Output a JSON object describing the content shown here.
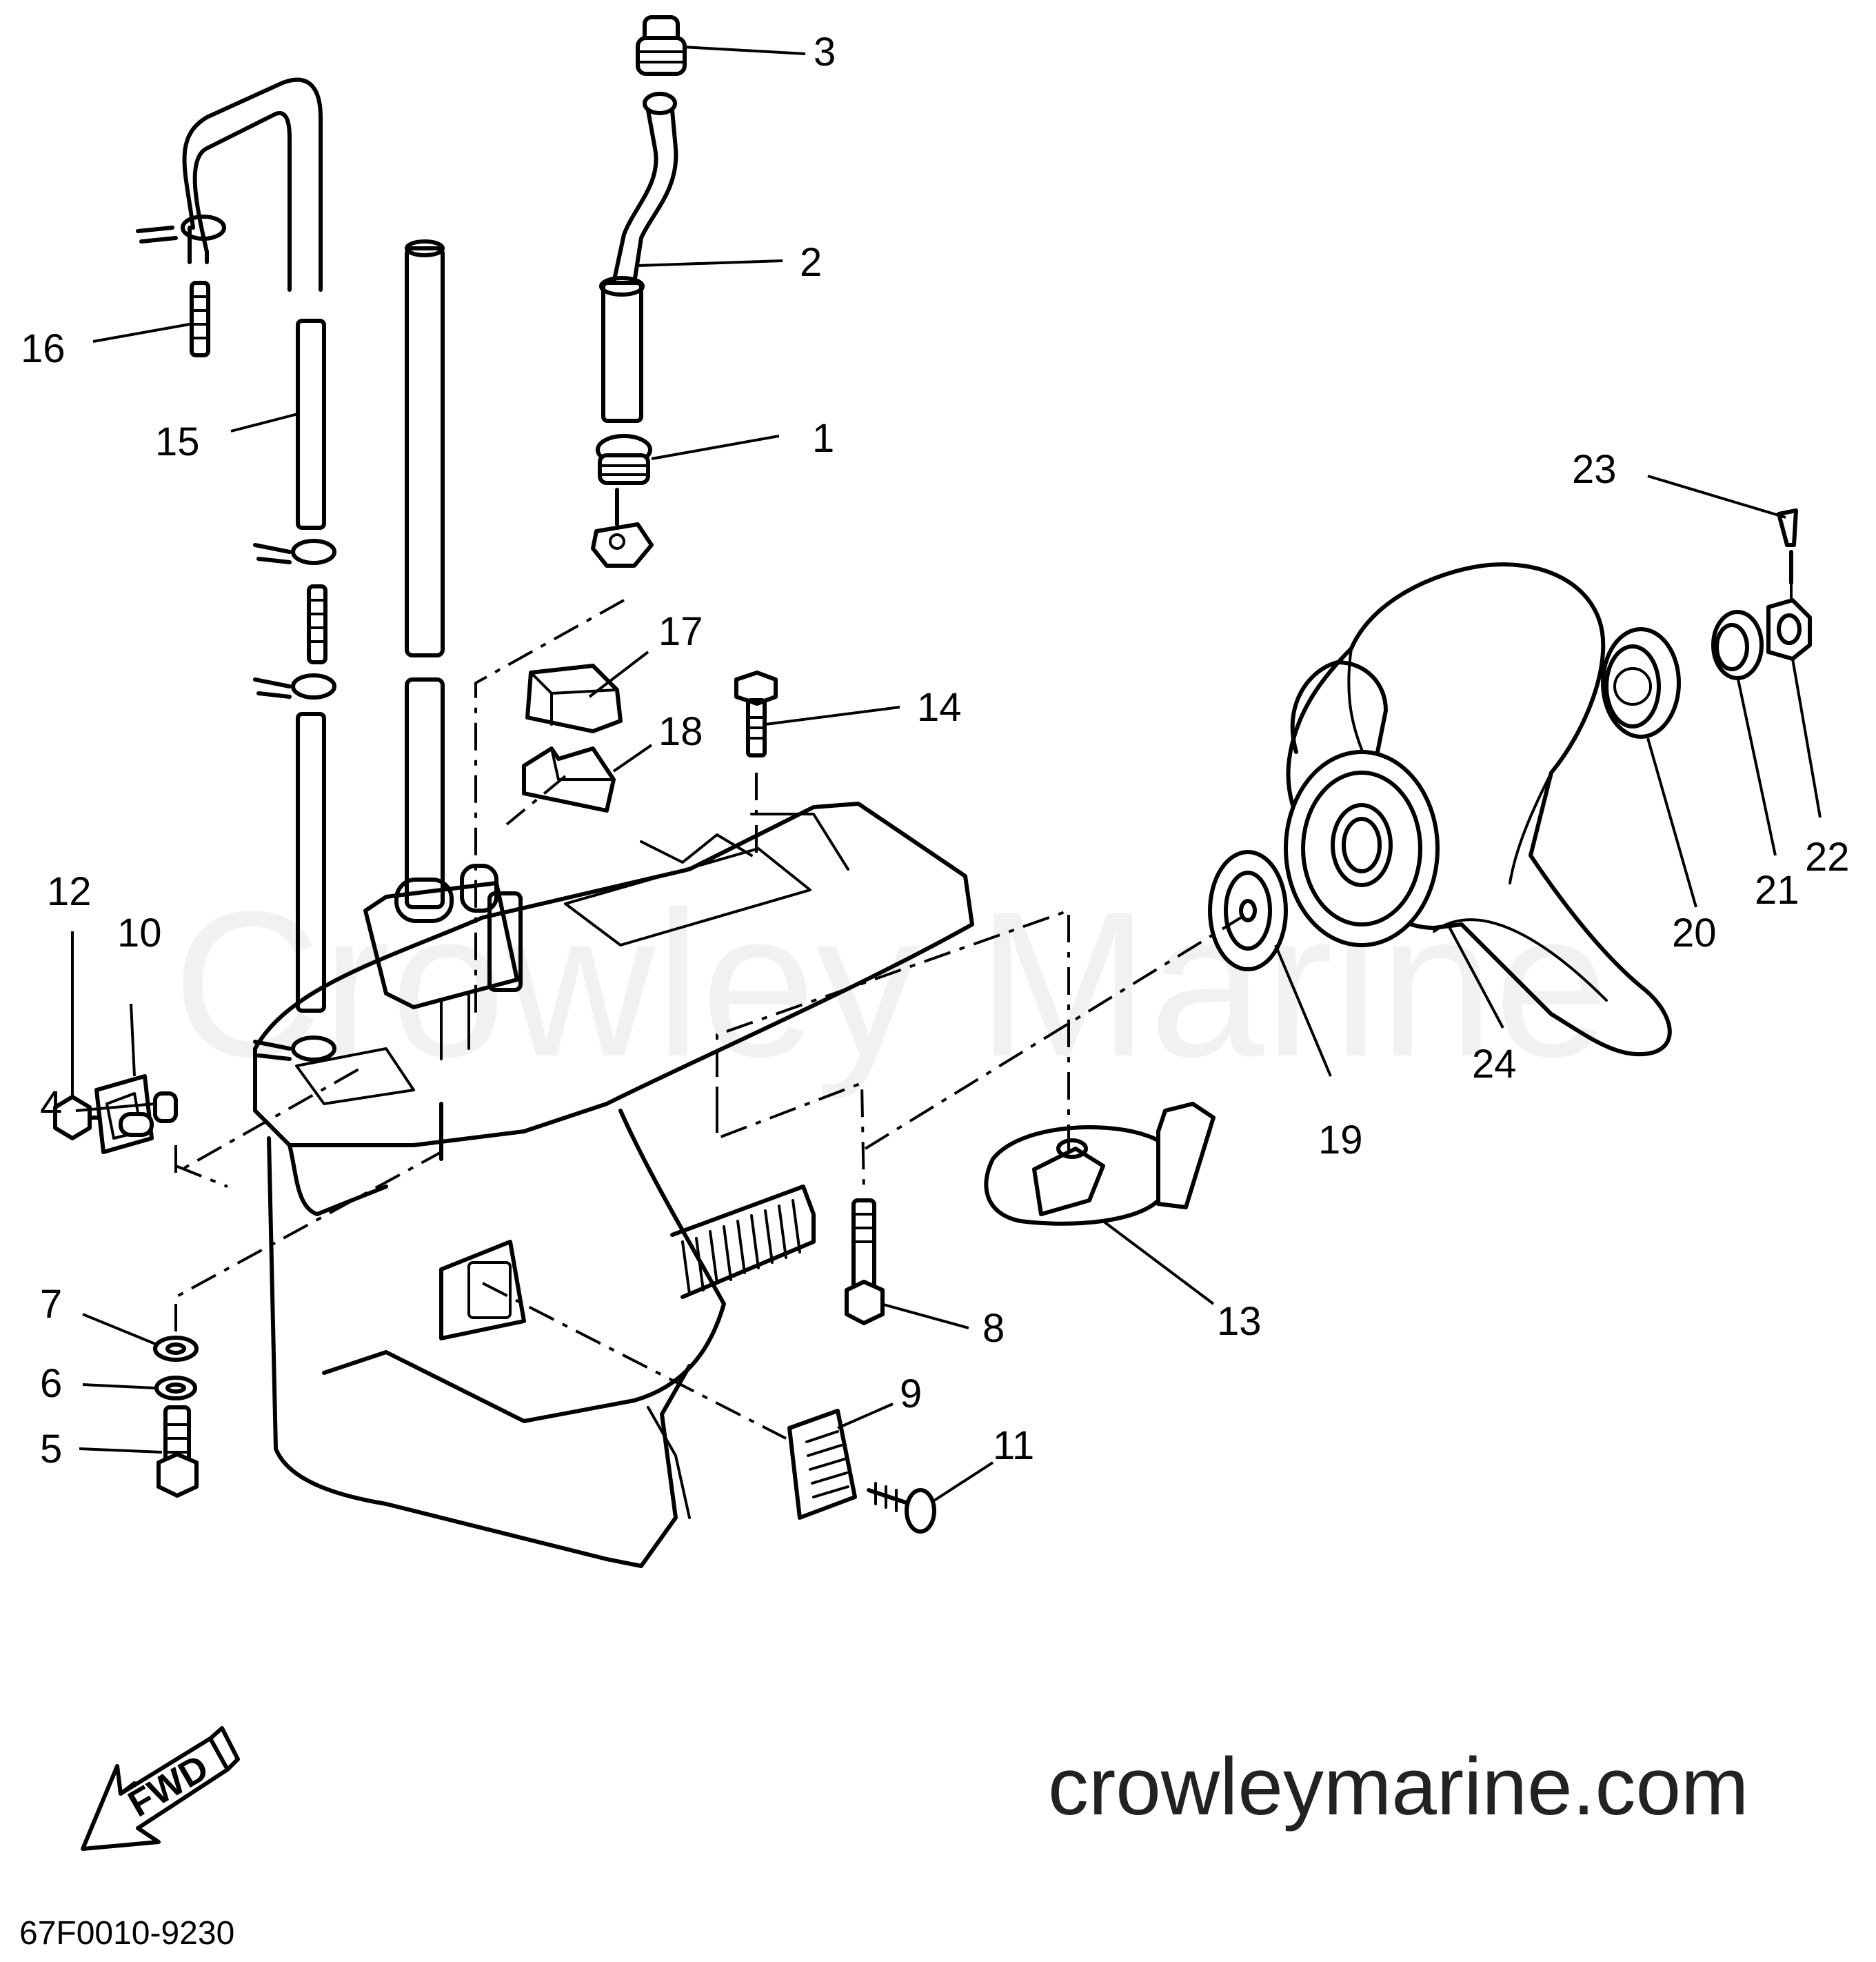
{
  "watermark": "Crowley Marine",
  "site_label": "crowleymarine.com",
  "part_code": "67F0010-9230",
  "fwd_label": "FWD",
  "callouts": [
    "1",
    "2",
    "3",
    "4",
    "5",
    "6",
    "7",
    "8",
    "9",
    "10",
    "11",
    "12",
    "13",
    "14",
    "15",
    "16",
    "17",
    "18",
    "19",
    "20",
    "21",
    "22",
    "23",
    "24"
  ]
}
